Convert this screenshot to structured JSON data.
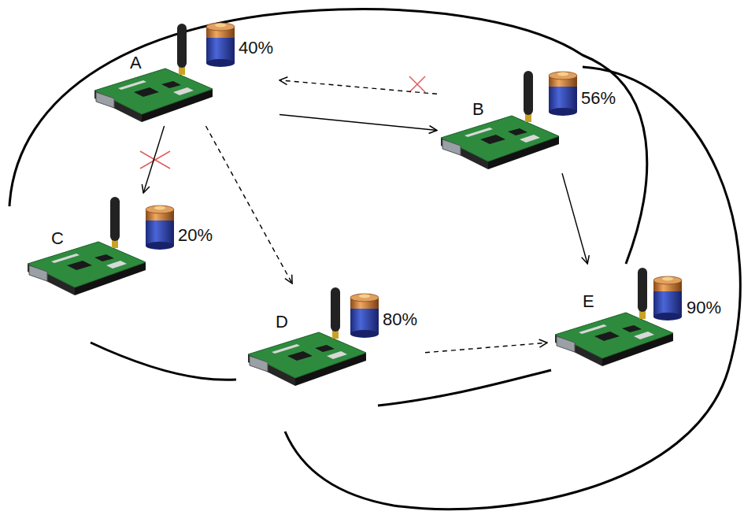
{
  "diagram": {
    "nodes": [
      {
        "text": [
          "A",
          "40%"
        ]
      },
      {
        "text": [
          "B",
          "56%"
        ]
      },
      {
        "text": [
          "C",
          "20%"
        ]
      },
      {
        "text": [
          "D",
          "80%"
        ]
      },
      {
        "text": [
          "E",
          "90%"
        ]
      }
    ],
    "edges": [
      {
        "from": 0,
        "to": 1,
        "arrow": "to"
      },
      {
        "from": 1,
        "to": 0,
        "arrow": "to"
      },
      {
        "from": 0,
        "to": 2,
        "arrow": "to"
      },
      {
        "from": 0,
        "to": 3,
        "arrow": "to"
      },
      {
        "from": 3,
        "to": 4,
        "arrow": "to"
      },
      {
        "from": 1,
        "to": 4,
        "arrow": "to"
      }
    ]
  }
}
